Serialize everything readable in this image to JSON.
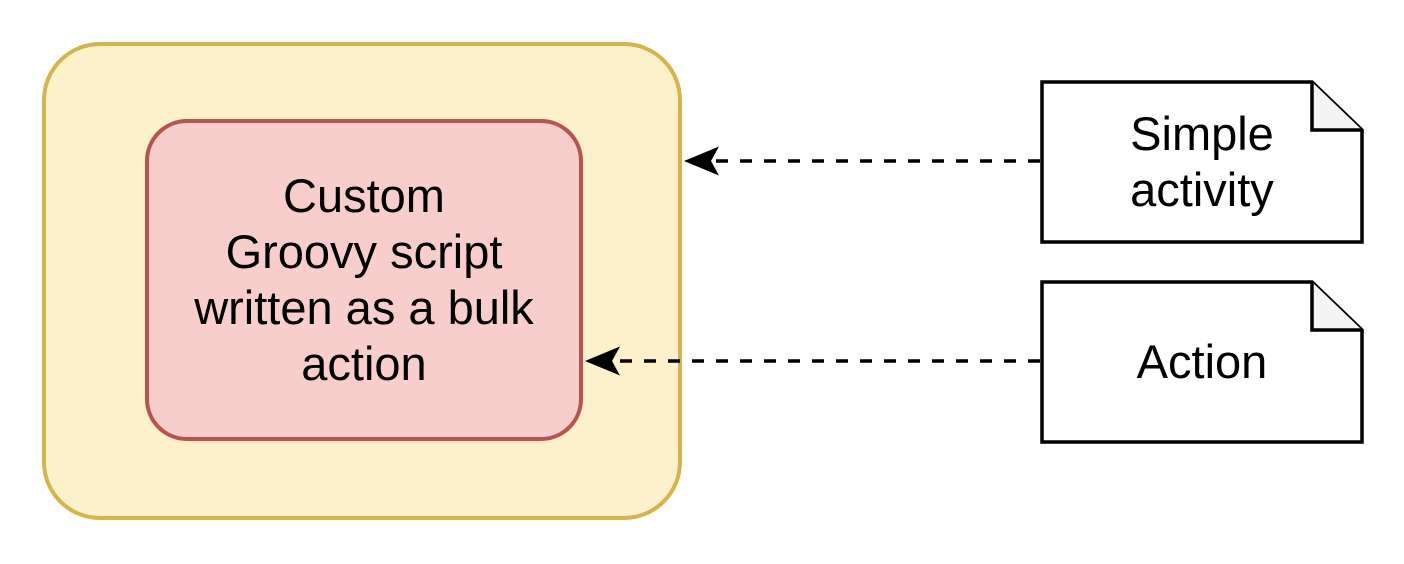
{
  "canvas": {
    "background": "#ffffff"
  },
  "nodes": {
    "container": {
      "fill": "#FCF1CB",
      "stroke": "#D5B44F"
    },
    "groovy_script": {
      "label": "Custom\nGroovy script\nwritten as a bulk\naction",
      "fill": "#F8CECC",
      "stroke": "#B85450",
      "text_color": "#000000"
    },
    "note_simple_activity": {
      "label": "Simple\nactivity",
      "fill": "#FFFFFF",
      "stroke": "#000000",
      "fold_fill": "#F4F4F4",
      "text_color": "#000000"
    },
    "note_action": {
      "label": "Action",
      "fill": "#FFFFFF",
      "stroke": "#000000",
      "fold_fill": "#F4F4F4",
      "text_color": "#000000"
    }
  },
  "edges": {
    "simple_activity_to_container": {
      "style": "dashed",
      "color": "#000000"
    },
    "action_to_groovy_script": {
      "style": "dashed",
      "color": "#000000"
    }
  }
}
